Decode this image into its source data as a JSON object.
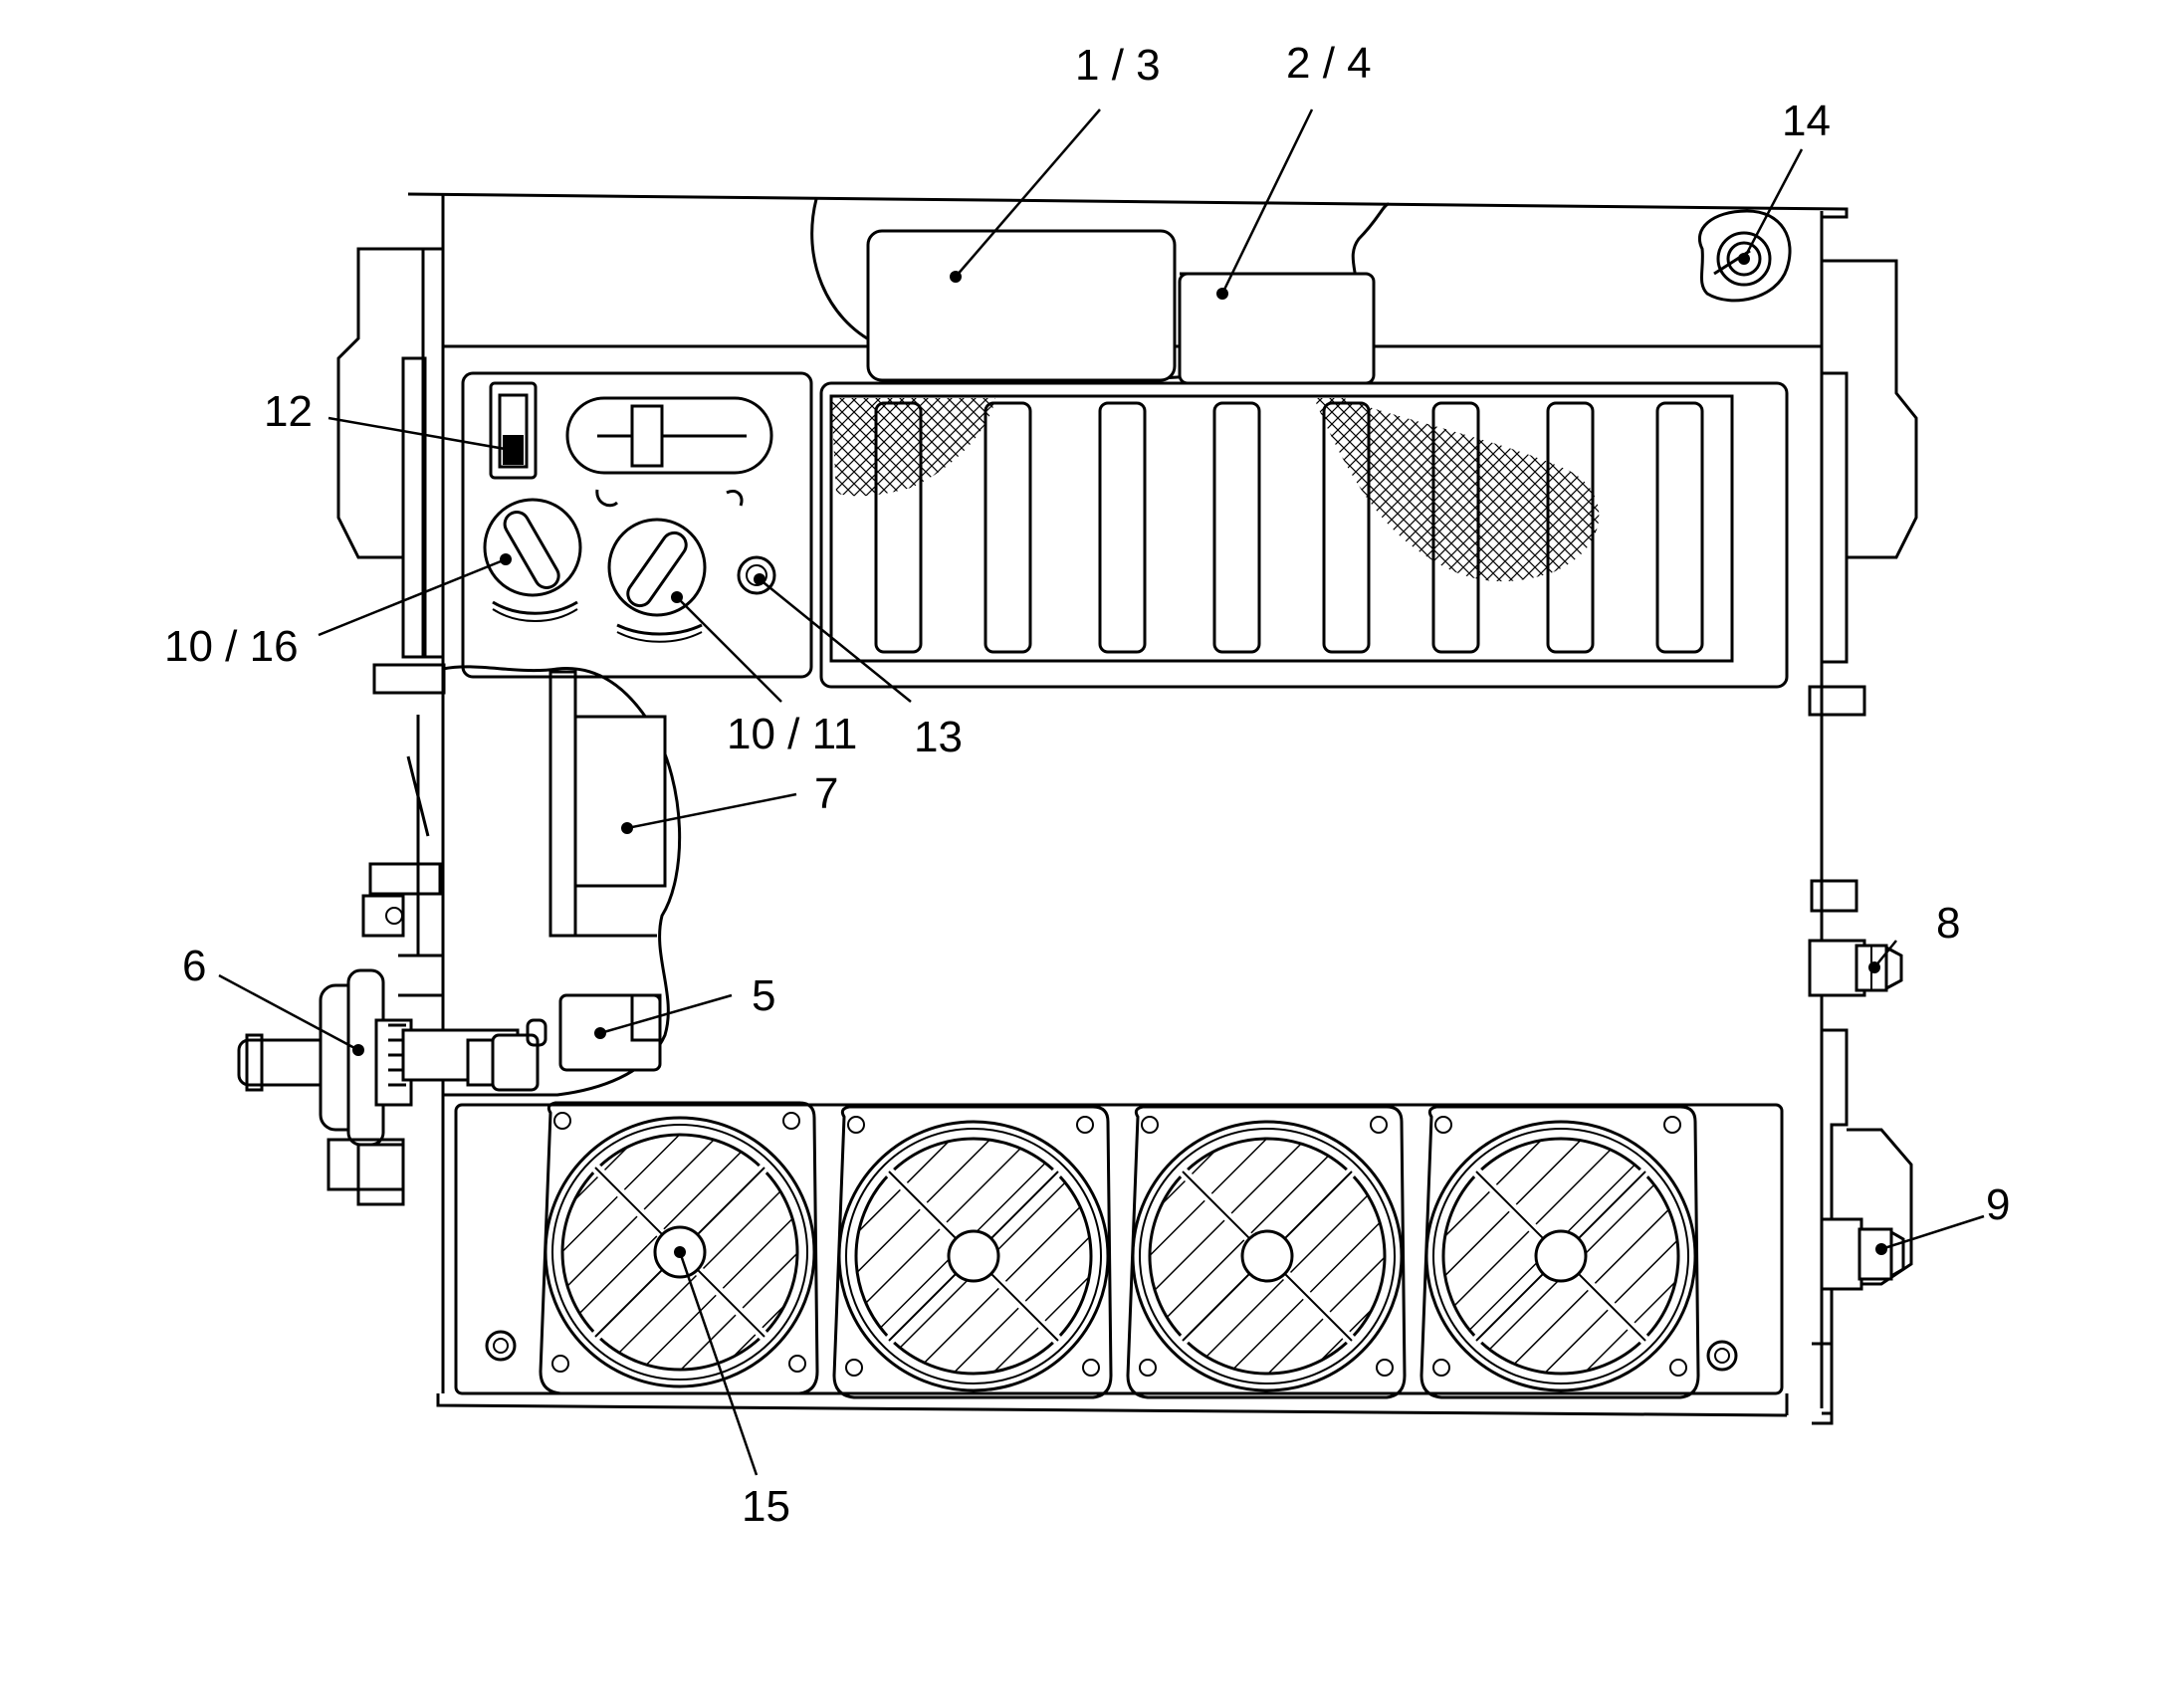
{
  "figure": {
    "description_kind": "technical line drawing",
    "line_color": "#000000",
    "background_color": "#ffffff"
  },
  "callouts": [
    {
      "id": "c1-3",
      "text": "1 / 3"
    },
    {
      "id": "c2-4",
      "text": "2 / 4"
    },
    {
      "id": "c14",
      "text": "14"
    },
    {
      "id": "c12",
      "text": "12"
    },
    {
      "id": "c10-16",
      "text": "10 / 16"
    },
    {
      "id": "c10-11",
      "text": "10 / 11"
    },
    {
      "id": "c13",
      "text": "13"
    },
    {
      "id": "c7",
      "text": "7"
    },
    {
      "id": "c8",
      "text": "8"
    },
    {
      "id": "c6",
      "text": "6"
    },
    {
      "id": "c5",
      "text": "5"
    },
    {
      "id": "c9",
      "text": "9"
    },
    {
      "id": "c15",
      "text": "15"
    }
  ]
}
